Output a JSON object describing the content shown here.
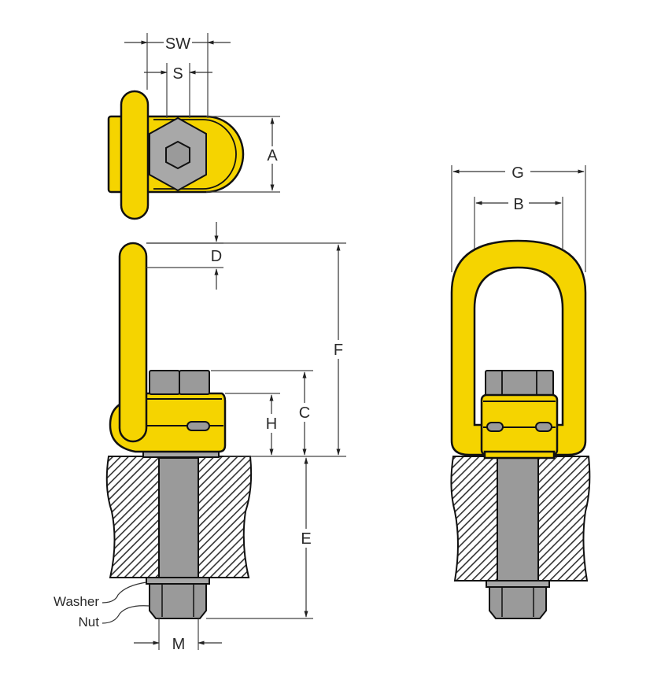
{
  "diagram": {
    "subject": "Swivel hoist ring (bolt-on lifting point) dimension drawing",
    "colors": {
      "ring_yellow": "#f5d400",
      "bolt_grey": "#9a9a9a",
      "outline": "#111111",
      "dimension_line": "#333333"
    },
    "views": {
      "top_view": {
        "dimensions": {
          "sw": "SW",
          "s": "S",
          "a": "A"
        }
      },
      "side_view": {
        "dimensions": {
          "d": "D",
          "f": "F",
          "c": "C",
          "h": "H",
          "e": "E",
          "m": "M"
        },
        "callouts": {
          "washer": "Washer",
          "nut": "Nut"
        }
      },
      "front_view": {
        "dimensions": {
          "g": "G",
          "b": "B"
        }
      }
    }
  }
}
